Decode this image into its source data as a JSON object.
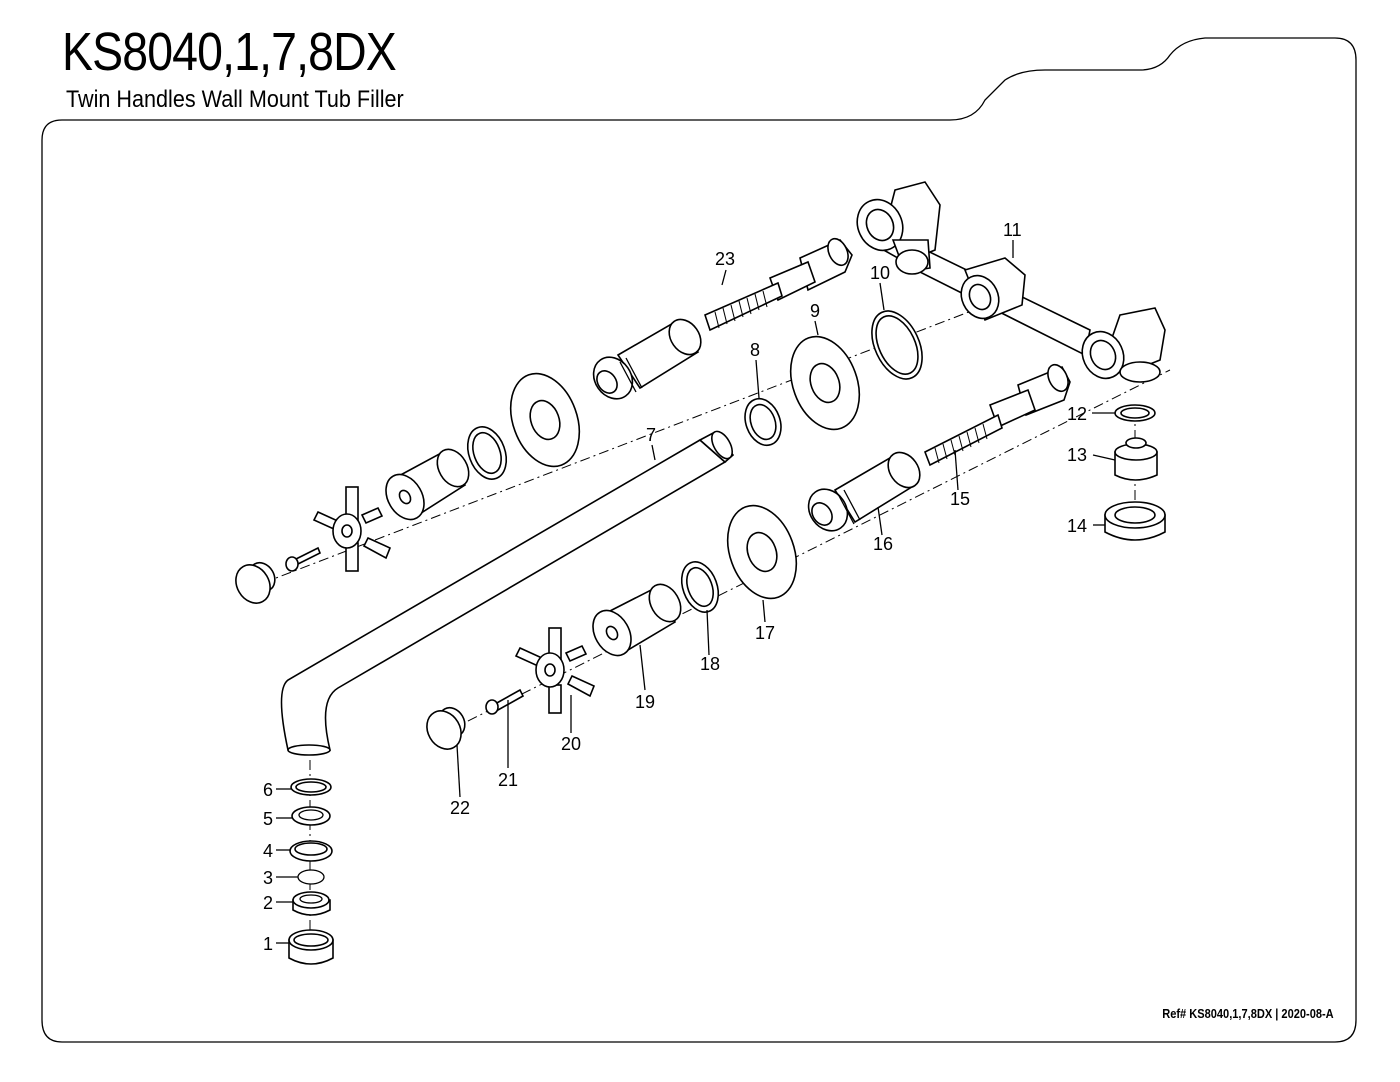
{
  "header": {
    "title": "KS8040,1,7,8DX",
    "subtitle": "Twin Handles Wall Mount Tub Filler"
  },
  "footer": {
    "ref": "Ref# KS8040,1,7,8DX | 2020-08-A"
  },
  "callouts": {
    "c1": "1",
    "c2": "2",
    "c3": "3",
    "c4": "4",
    "c5": "5",
    "c6": "6",
    "c7": "7",
    "c8": "8",
    "c9": "9",
    "c10": "10",
    "c11": "11",
    "c12": "12",
    "c13": "13",
    "c14": "14",
    "c15": "15",
    "c16": "16",
    "c17": "17",
    "c18": "18",
    "c19": "19",
    "c20": "20",
    "c21": "21",
    "c22": "22",
    "c23": "23"
  }
}
